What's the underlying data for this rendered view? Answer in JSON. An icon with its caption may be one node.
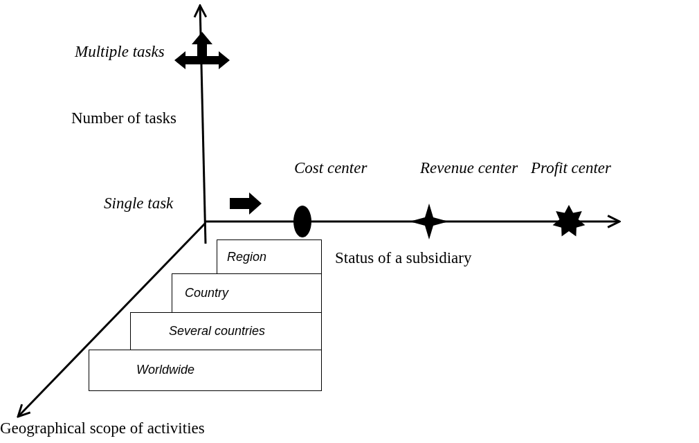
{
  "diagram": {
    "nodes": [
      {
        "text": [
          "Region"
        ]
      },
      {
        "text": [
          "Country"
        ]
      },
      {
        "text": [
          "Several countries"
        ]
      },
      {
        "text": [
          "Worldwide"
        ]
      }
    ],
    "labels": [
      "Multiple tasks",
      "Number of tasks",
      "Cost center",
      "Revenue center",
      "Profit center",
      "Single task",
      "Status of a subsidiary",
      "Geographical scope of activities"
    ]
  }
}
